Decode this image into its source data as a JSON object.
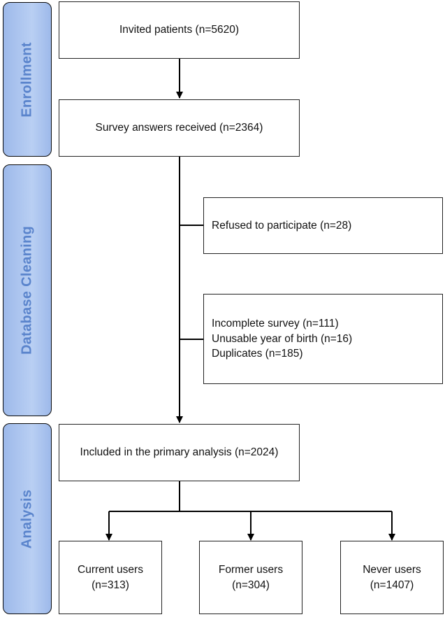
{
  "phases": {
    "enrollment": "Enrollment",
    "cleaning": "Database Cleaning",
    "analysis": "Analysis"
  },
  "boxes": {
    "invited": "Invited patients (n=5620)",
    "survey": "Survey answers received (n=2364)",
    "refused": "Refused to participate (n=28)",
    "excluded": [
      "Incomplete survey (n=111)",
      "Unusable year of birth (n=16)",
      "Duplicates (n=185)"
    ],
    "included": "Included in the primary analysis (n=2024)",
    "current": [
      "Current users",
      "(n=313)"
    ],
    "former": [
      "Former users",
      "(n=304)"
    ],
    "never": [
      "Never users",
      "(n=1407)"
    ]
  },
  "colors": {
    "phase_fill": "#b9cff3",
    "phase_text": "#5a84cc",
    "line": "#000000"
  }
}
